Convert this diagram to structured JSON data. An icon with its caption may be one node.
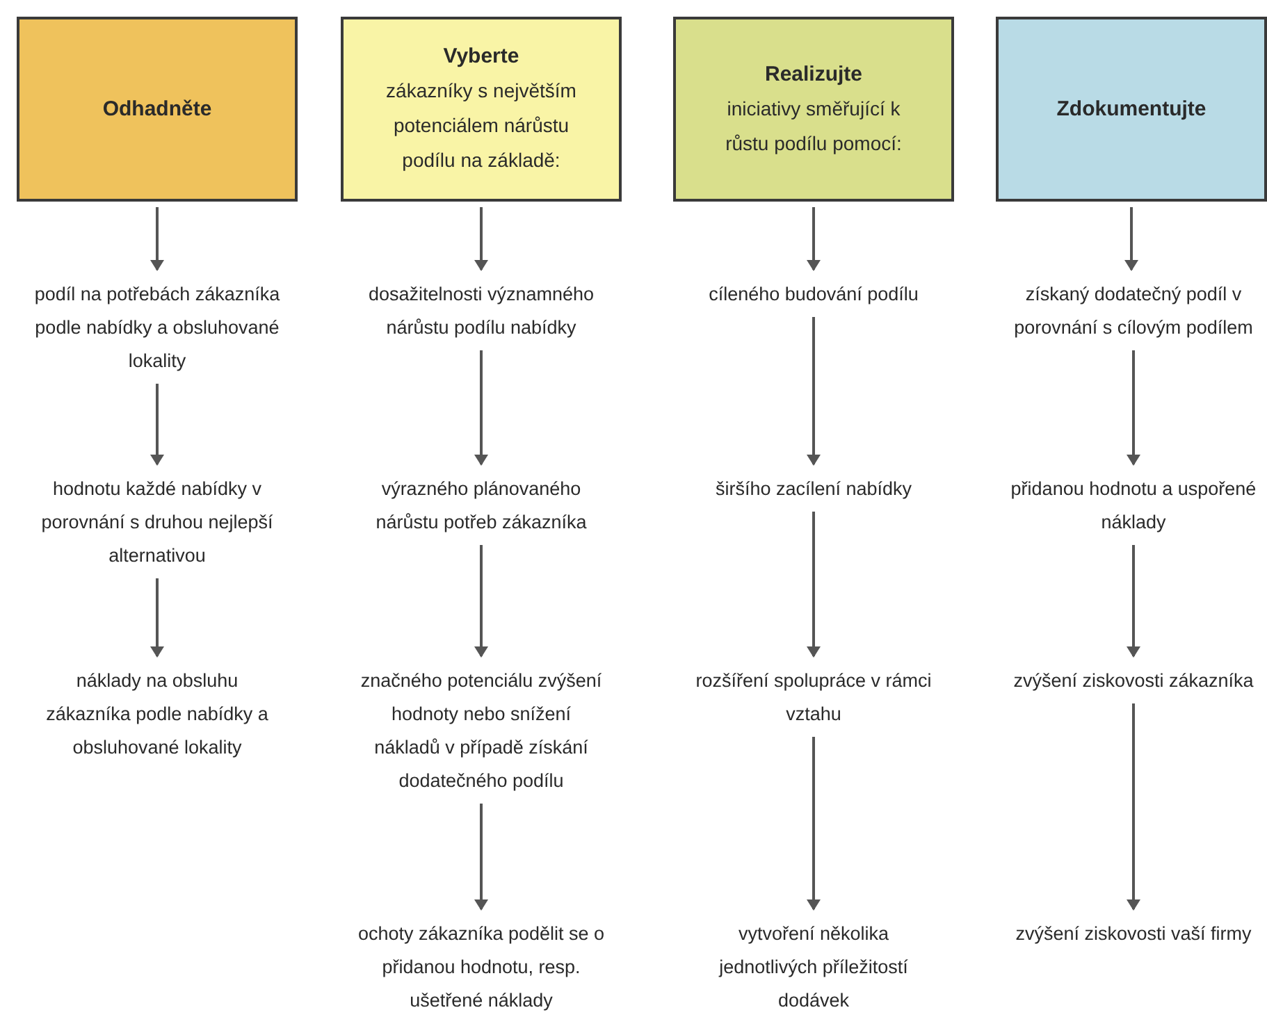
{
  "diagram": {
    "nodes": [
      {
        "text": [
          "Odhadněte"
        ]
      },
      {
        "text": [
          "podíl na potřebách zákazníka podle nabídky a obsluhované lokality"
        ]
      },
      {
        "text": [
          "hodnotu každé nabídky v porovnání s druhou nejlepší alternativou"
        ]
      },
      {
        "text": [
          "náklady na obsluhu zákazníka podle nabídky a obsluhované lokality"
        ]
      },
      {
        "text": [
          "Vyberte",
          "zákazníky s největším potenciálem nárůstu podílu na základě:"
        ]
      },
      {
        "text": [
          "dosažitelnosti významného nárůstu podílu nabídky"
        ]
      },
      {
        "text": [
          "výrazného plánovaného nárůstu potřeb zákazníka"
        ]
      },
      {
        "text": [
          "značného potenciálu zvýšení hodnoty nebo snížení nákladů v případě získání dodatečného podílu"
        ]
      },
      {
        "text": [
          "ochoty zákazníka podělit se o přidanou hodnotu, resp. ušetřené náklady"
        ]
      },
      {
        "text": [
          "Realizujte",
          "iniciativy směřující k růstu podílu pomocí:"
        ]
      },
      {
        "text": [
          "cíleného budování podílu"
        ]
      },
      {
        "text": [
          "širšího zacílení nabídky"
        ]
      },
      {
        "text": [
          "rozšíření spolupráce v rámci vztahu"
        ]
      },
      {
        "text": [
          "vytvoření několika jednotlivých příležitostí dodávek"
        ]
      },
      {
        "text": [
          "Zdokumentujte"
        ]
      },
      {
        "text": [
          "získaný dodatečný podíl v porovnání s cílovým podílem"
        ]
      },
      {
        "text": [
          "přidanou hodnotu a uspořené náklady"
        ]
      },
      {
        "text": [
          "zvýšení ziskovosti zákazníka"
        ]
      },
      {
        "text": [
          "zvýšení ziskovosti vaší firmy"
        ]
      }
    ],
    "edges": [
      {
        "from": 0,
        "to": 1,
        "arrow": "to"
      },
      {
        "from": 1,
        "to": 2,
        "arrow": "to"
      },
      {
        "from": 2,
        "to": 3,
        "arrow": "to"
      },
      {
        "from": 4,
        "to": 5,
        "arrow": "to"
      },
      {
        "from": 5,
        "to": 6,
        "arrow": "to"
      },
      {
        "from": 6,
        "to": 7,
        "arrow": "to"
      },
      {
        "from": 7,
        "to": 8,
        "arrow": "to"
      },
      {
        "from": 9,
        "to": 10,
        "arrow": "to"
      },
      {
        "from": 10,
        "to": 11,
        "arrow": "to"
      },
      {
        "from": 11,
        "to": 12,
        "arrow": "to"
      },
      {
        "from": 12,
        "to": 13,
        "arrow": "to"
      },
      {
        "from": 14,
        "to": 15,
        "arrow": "to"
      },
      {
        "from": 15,
        "to": 16,
        "arrow": "to"
      },
      {
        "from": 16,
        "to": 17,
        "arrow": "to"
      },
      {
        "from": 17,
        "to": 18,
        "arrow": "to"
      }
    ]
  }
}
